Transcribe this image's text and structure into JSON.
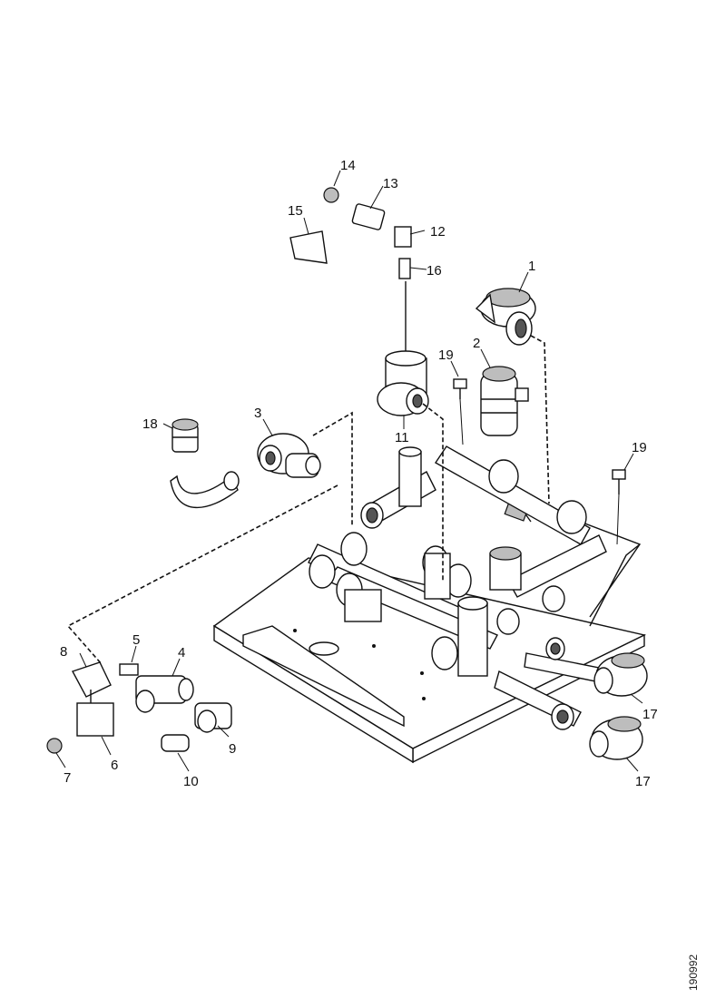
{
  "callouts": {
    "c1": "1",
    "c2": "2",
    "c3": "3",
    "c4": "4",
    "c5": "5",
    "c6": "6",
    "c7": "7",
    "c8": "8",
    "c9": "9",
    "c10": "10",
    "c11": "11",
    "c12": "12",
    "c13": "13",
    "c14": "14",
    "c15": "15",
    "c16": "16",
    "c17a": "17",
    "c17b": "17",
    "c18": "18",
    "c19a": "19",
    "c19b": "19"
  },
  "reference": "190992",
  "colors": {
    "line": "#111111",
    "shade": "#bdbdbd",
    "background": "#ffffff"
  }
}
